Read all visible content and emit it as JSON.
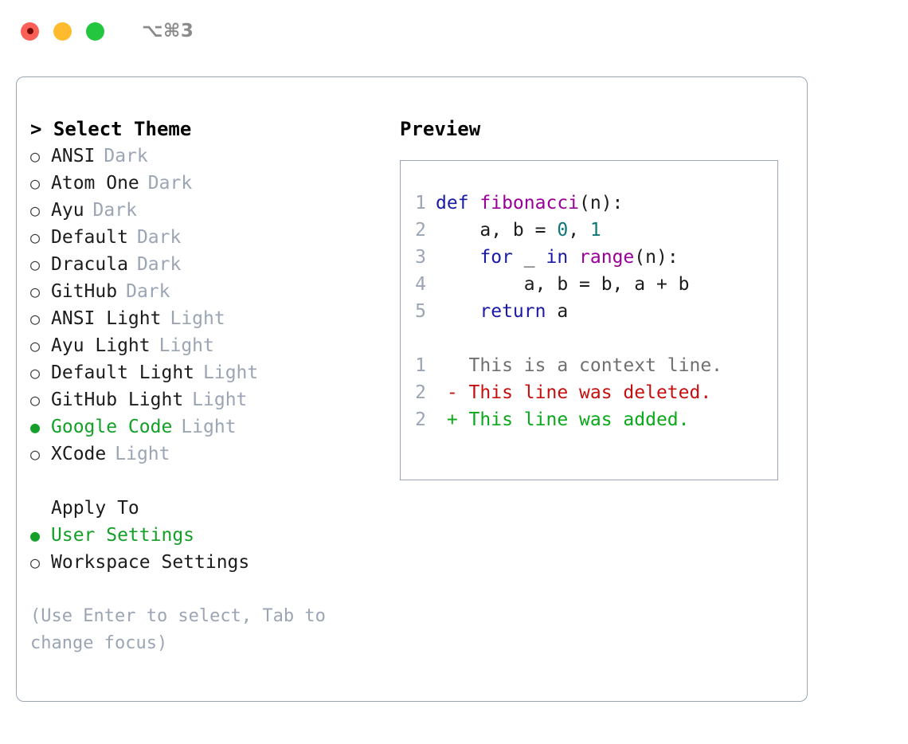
{
  "window": {
    "shortcut": "⌥⌘3",
    "traffic_lights": [
      "close-red",
      "minimize-yellow",
      "maximize-green"
    ]
  },
  "theme_selector": {
    "header": "> Select Theme",
    "options": [
      {
        "marker": "○",
        "label": "ANSI",
        "variant": "Dark",
        "selected": false
      },
      {
        "marker": "○",
        "label": "Atom One",
        "variant": "Dark",
        "selected": false
      },
      {
        "marker": "○",
        "label": "Ayu",
        "variant": "Dark",
        "selected": false
      },
      {
        "marker": "○",
        "label": "Default",
        "variant": "Dark",
        "selected": false
      },
      {
        "marker": "○",
        "label": "Dracula",
        "variant": "Dark",
        "selected": false
      },
      {
        "marker": "○",
        "label": "GitHub",
        "variant": "Dark",
        "selected": false
      },
      {
        "marker": "○",
        "label": "ANSI Light",
        "variant": "Light",
        "selected": false
      },
      {
        "marker": "○",
        "label": "Ayu Light",
        "variant": "Light",
        "selected": false
      },
      {
        "marker": "○",
        "label": "Default Light",
        "variant": "Light",
        "selected": false
      },
      {
        "marker": "○",
        "label": "GitHub Light",
        "variant": "Light",
        "selected": false
      },
      {
        "marker": "●",
        "label": "Google Code",
        "variant": "Light",
        "selected": true
      },
      {
        "marker": "○",
        "label": "XCode",
        "variant": "Light",
        "selected": false
      }
    ]
  },
  "apply_to": {
    "header": "Apply To",
    "options": [
      {
        "marker": "●",
        "label": "User Settings",
        "selected": true
      },
      {
        "marker": "○",
        "label": "Workspace Settings",
        "selected": false
      }
    ]
  },
  "hint": "(Use Enter to select, Tab to change focus)",
  "preview": {
    "header": "Preview",
    "code_lines": [
      {
        "no": "1",
        "tokens": [
          {
            "t": "def ",
            "c": "kw"
          },
          {
            "t": "fibonacci",
            "c": "fn"
          },
          {
            "t": "(n):",
            "c": "plain"
          }
        ]
      },
      {
        "no": "2",
        "tokens": [
          {
            "t": "    a, b = ",
            "c": "plain"
          },
          {
            "t": "0",
            "c": "num"
          },
          {
            "t": ", ",
            "c": "plain"
          },
          {
            "t": "1",
            "c": "num"
          }
        ]
      },
      {
        "no": "3",
        "tokens": [
          {
            "t": "    ",
            "c": "plain"
          },
          {
            "t": "for",
            "c": "kw"
          },
          {
            "t": " _ ",
            "c": "plain"
          },
          {
            "t": "in",
            "c": "kw"
          },
          {
            "t": " ",
            "c": "plain"
          },
          {
            "t": "range",
            "c": "builtin"
          },
          {
            "t": "(n):",
            "c": "plain"
          }
        ]
      },
      {
        "no": "4",
        "tokens": [
          {
            "t": "        a, b = b, a + b",
            "c": "plain"
          }
        ]
      },
      {
        "no": "5",
        "tokens": [
          {
            "t": "    ",
            "c": "plain"
          },
          {
            "t": "return",
            "c": "kw"
          },
          {
            "t": " a",
            "c": "plain"
          }
        ]
      }
    ],
    "diff_lines": [
      {
        "no": "1",
        "sign": " ",
        "text": " This is a context line.",
        "kind": "ctx"
      },
      {
        "no": "2",
        "sign": "-",
        "text": " This line was deleted.",
        "kind": "del"
      },
      {
        "no": "2",
        "sign": "+",
        "text": " This line was added.",
        "kind": "add"
      }
    ]
  },
  "colors": {
    "border": "#9ba5b4",
    "accent_green": "#14a028",
    "muted": "#9ba5b4",
    "keyword": "#1a1aa6",
    "function": "#990099",
    "number": "#0d7777",
    "diff_add": "#0aa81a",
    "diff_del": "#c5100f"
  }
}
